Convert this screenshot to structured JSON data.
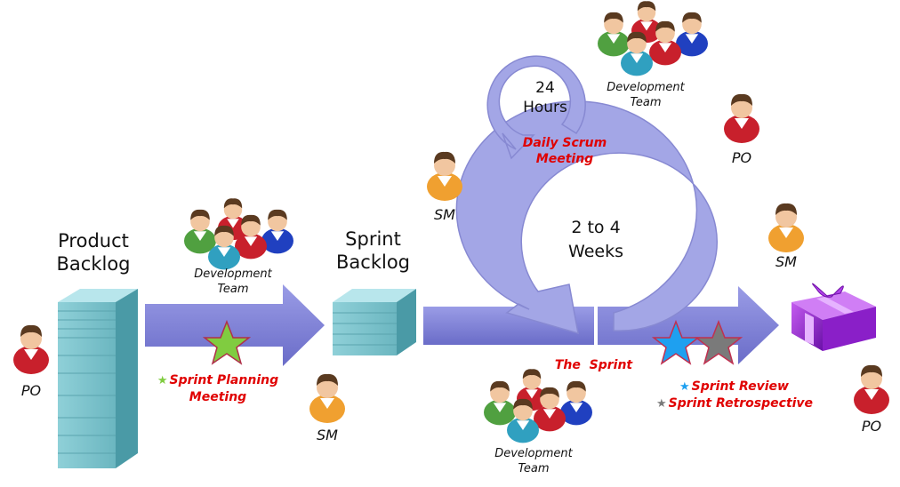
{
  "product_backlog": {
    "line1": "Product",
    "line2": "Backlog"
  },
  "sprint_backlog": {
    "line1": "Sprint",
    "line2": "Backlog"
  },
  "cycle_24h": {
    "line1": "24",
    "line2": "Hours"
  },
  "cycle_weeks": {
    "line1": "2 to 4",
    "line2": "Weeks"
  },
  "daily_scrum": {
    "line1": "Daily Scrum",
    "line2": "Meeting"
  },
  "the_sprint": "The  Sprint",
  "sprint_planning": {
    "line1": "Sprint Planning",
    "line2": "Meeting"
  },
  "sprint_review": "Sprint Review",
  "sprint_retrospective": "Sprint Retrospective",
  "dev_team": {
    "line1": "Development",
    "line2": "Team"
  },
  "roles": {
    "po": "PO",
    "sm": "SM"
  },
  "colors": {
    "arrow": "#7c7ed8",
    "cycle": "#a3a6e6",
    "stack": "#7fc6cf",
    "red_text": "#e00000",
    "planning_star": "#80cc40",
    "review_star": "#1ea0f0",
    "retro_star": "#7a7a7a",
    "gift": "#9b2bd8"
  },
  "icons": [
    "person-icon",
    "team-icon",
    "star-icon",
    "gift-icon",
    "stack-icon",
    "cycle-arrow-icon"
  ]
}
